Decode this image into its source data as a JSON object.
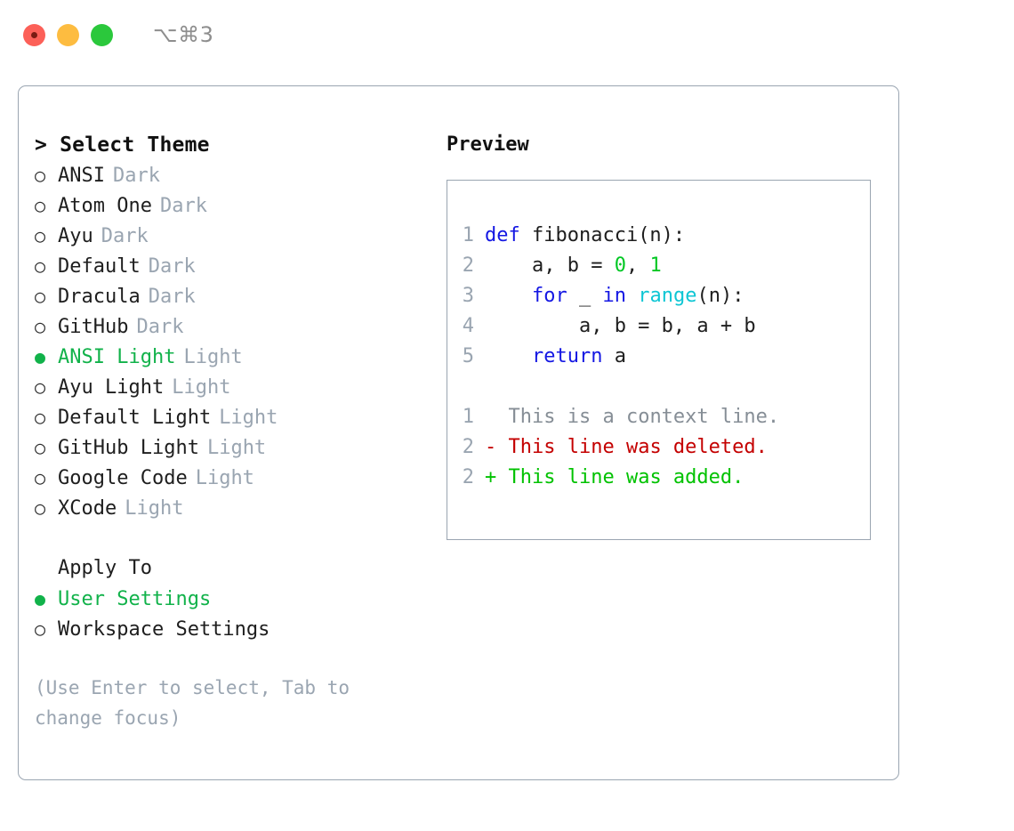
{
  "titlebar": {
    "shortcut": "⌥⌘3",
    "buttons": [
      {
        "name": "close",
        "color": "#fc6058"
      },
      {
        "name": "minimize",
        "color": "#fdbc40"
      },
      {
        "name": "maximize",
        "color": "#2bc83c"
      }
    ]
  },
  "theme_panel": {
    "header": "> Select Theme",
    "options": [
      {
        "bullet": "○",
        "label": "ANSI",
        "suffix": "Dark",
        "selected": false
      },
      {
        "bullet": "○",
        "label": "Atom One",
        "suffix": "Dark",
        "selected": false
      },
      {
        "bullet": "○",
        "label": "Ayu",
        "suffix": "Dark",
        "selected": false
      },
      {
        "bullet": "○",
        "label": "Default",
        "suffix": "Dark",
        "selected": false
      },
      {
        "bullet": "○",
        "label": "Dracula",
        "suffix": "Dark",
        "selected": false
      },
      {
        "bullet": "○",
        "label": "GitHub",
        "suffix": "Dark",
        "selected": false
      },
      {
        "bullet": "●",
        "label": "ANSI Light",
        "suffix": "Light",
        "selected": true
      },
      {
        "bullet": "○",
        "label": "Ayu Light",
        "suffix": "Light",
        "selected": false
      },
      {
        "bullet": "○",
        "label": "Default Light",
        "suffix": "Light",
        "selected": false
      },
      {
        "bullet": "○",
        "label": "GitHub Light",
        "suffix": "Light",
        "selected": false
      },
      {
        "bullet": "○",
        "label": "Google Code",
        "suffix": "Light",
        "selected": false
      },
      {
        "bullet": "○",
        "label": "XCode",
        "suffix": "Light",
        "selected": false
      }
    ]
  },
  "apply_to": {
    "header": "Apply To",
    "options": [
      {
        "bullet": "●",
        "label": "User Settings",
        "selected": true
      },
      {
        "bullet": "○",
        "label": "Workspace Settings",
        "selected": false
      }
    ]
  },
  "hint": "(Use Enter to select, Tab to change focus)",
  "preview": {
    "title": "Preview",
    "code_lines": [
      {
        "lineno": "1",
        "tokens": [
          {
            "text": "def ",
            "type": "kw"
          },
          {
            "text": "fibonacci(n):",
            "type": "plain"
          }
        ]
      },
      {
        "lineno": "2",
        "tokens": [
          {
            "text": "    a, b = ",
            "type": "plain"
          },
          {
            "text": "0",
            "type": "num"
          },
          {
            "text": ", ",
            "type": "plain"
          },
          {
            "text": "1",
            "type": "num"
          }
        ]
      },
      {
        "lineno": "3",
        "tokens": [
          {
            "text": "    ",
            "type": "plain"
          },
          {
            "text": "for",
            "type": "kw"
          },
          {
            "text": " _ ",
            "type": "plain"
          },
          {
            "text": "in",
            "type": "kw"
          },
          {
            "text": " ",
            "type": "plain"
          },
          {
            "text": "range",
            "type": "fn"
          },
          {
            "text": "(n):",
            "type": "plain"
          }
        ]
      },
      {
        "lineno": "4",
        "tokens": [
          {
            "text": "        a, b = b, a + b",
            "type": "plain"
          }
        ]
      },
      {
        "lineno": "5",
        "tokens": [
          {
            "text": "    ",
            "type": "plain"
          },
          {
            "text": "return",
            "type": "kw"
          },
          {
            "text": " a",
            "type": "plain"
          }
        ]
      }
    ],
    "diff_lines": [
      {
        "lineno": "1",
        "marker": "  ",
        "text": "This is a context line.",
        "type": "ctx"
      },
      {
        "lineno": "2",
        "marker": "- ",
        "text": "This line was deleted.",
        "type": "del"
      },
      {
        "lineno": "2",
        "marker": "+ ",
        "text": "This line was added.",
        "type": "add"
      }
    ]
  },
  "colors": {
    "accent_green": "#11b24a",
    "muted": "#9aa5b1",
    "border": "#9aa5b1",
    "keyword": "#1417e3",
    "function": "#0ec6d4",
    "number": "#00c723",
    "diff_deleted": "#c40000",
    "diff_added": "#00c200",
    "diff_context": "#868e96"
  }
}
